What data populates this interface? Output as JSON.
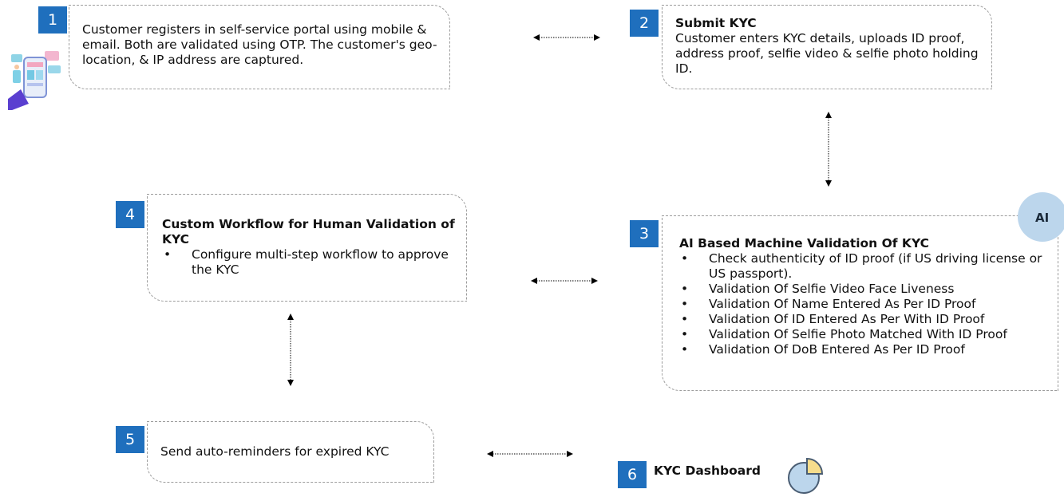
{
  "steps": [
    {
      "number": "1",
      "text": "Customer registers in self-service portal using mobile & email. Both are validated using OTP. The customer's geo-location, & IP address are captured."
    },
    {
      "number": "2",
      "title": "Submit KYC",
      "text": "Customer enters KYC details, uploads ID proof, address proof, selfie video & selfie photo holding ID."
    },
    {
      "number": "3",
      "title": "AI Based Machine Validation Of KYC",
      "bullets": [
        "Check authenticity of ID proof (if US driving license or US passport).",
        "Validation Of Selfie Video Face Liveness",
        "Validation Of Name Entered As Per ID Proof",
        "Validation Of ID Entered As Per With ID Proof",
        "Validation Of Selfie Photo Matched With ID Proof",
        "Validation Of DoB Entered As Per ID Proof"
      ],
      "badge_text": "AI"
    },
    {
      "number": "4",
      "title": "Custom Workflow for Human Validation of KYC",
      "bullets": [
        "Configure  multi-step workflow to approve the KYC"
      ]
    },
    {
      "number": "5",
      "text": "Send auto-reminders for expired KYC"
    },
    {
      "number": "6",
      "title": "KYC Dashboard"
    }
  ],
  "icons": {
    "phone": "mobile-registration-icon",
    "ai": "ai-circle-icon",
    "dashboard": "pie-chart-icon"
  },
  "colors": {
    "badge": "#1f6fbd",
    "ai_circle": "#bcd6ec",
    "pie_fill": "#bcd6ec",
    "pie_slice": "#f6dd8c"
  }
}
